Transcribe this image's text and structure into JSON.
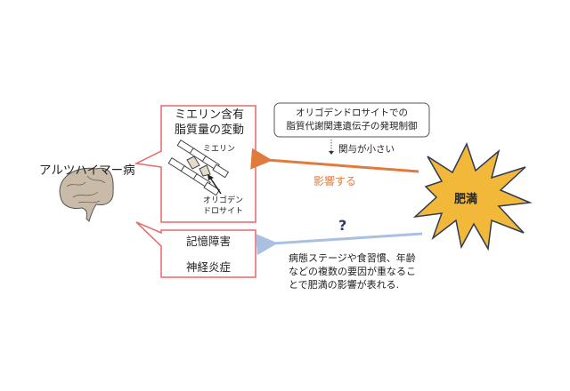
{
  "disease_label": "アルツハイマー病",
  "myelin_box": {
    "title_line1": "ミエリン含有",
    "title_line2": "脂質量の変動",
    "myelin_label": "ミエリン",
    "oligo_line1": "オリゴデン",
    "oligo_line2": "ドロサイト"
  },
  "symptom_box": {
    "line1": "記憶障害",
    "line2": "神経炎症"
  },
  "gene_box": {
    "line1": "オリゴデンドロサイトでの",
    "line2": "脂質代謝関連遺伝子の発現制御"
  },
  "small_relation": "関与が小さい",
  "affects_label": "影響する",
  "question_mark": "?",
  "note": {
    "line1": "病態ステージや食習慣、年齢",
    "line2": "などの複数の要因が重なるこ",
    "line3": "とで肥満の影響が表れる."
  },
  "obesity_label": "肥満",
  "colors": {
    "callout": "#e8676b",
    "orange_arrow": "#e07b3c",
    "blue_arrow": "#a9c0e2",
    "star": "#f2b83a",
    "brain": "#c9bba8"
  }
}
